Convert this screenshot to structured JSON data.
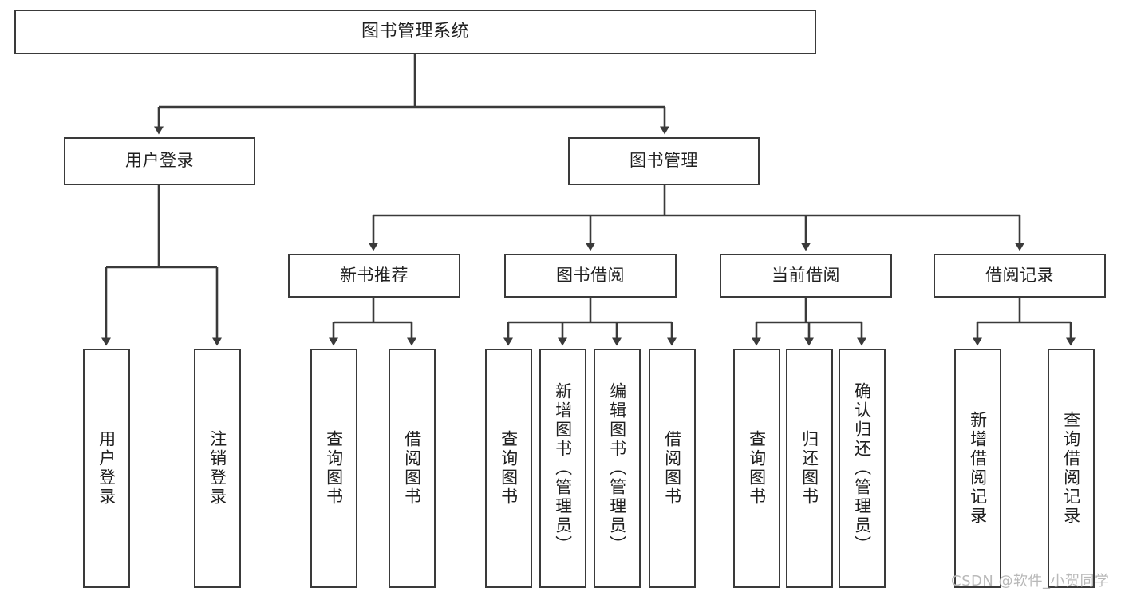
{
  "diagram": {
    "title": "图书管理系统",
    "type": "hierarchy-tree",
    "watermark": "CSDN @软件_小贺同学",
    "colors": {
      "stroke": "#3a3a3a",
      "text": "#1f1f1f",
      "background": "#ffffff",
      "watermark": "#b9b9b9"
    },
    "nodes": {
      "root": {
        "label": "图书管理系统"
      },
      "level2": [
        {
          "label": "用户登录"
        },
        {
          "label": "图书管理"
        }
      ],
      "level3": [
        {
          "label": "新书推荐"
        },
        {
          "label": "图书借阅"
        },
        {
          "label": "当前借阅"
        },
        {
          "label": "借阅记录"
        }
      ],
      "leaves": {
        "user_login": [
          {
            "label": "用户登录"
          },
          {
            "label": "注销登录"
          }
        ],
        "new_book": [
          {
            "label": "查询图书"
          },
          {
            "label": "借阅图书"
          }
        ],
        "book_borrow": [
          {
            "label": "查询图书"
          },
          {
            "label": "新增图书（管理员）"
          },
          {
            "label": "编辑图书（管理员）"
          },
          {
            "label": "借阅图书"
          }
        ],
        "current_borrow": [
          {
            "label": "查询图书"
          },
          {
            "label": "归还图书"
          },
          {
            "label": "确认归还（管理员）"
          }
        ],
        "borrow_record": [
          {
            "label": "新增借阅记录"
          },
          {
            "label": "查询借阅记录"
          }
        ]
      }
    }
  }
}
